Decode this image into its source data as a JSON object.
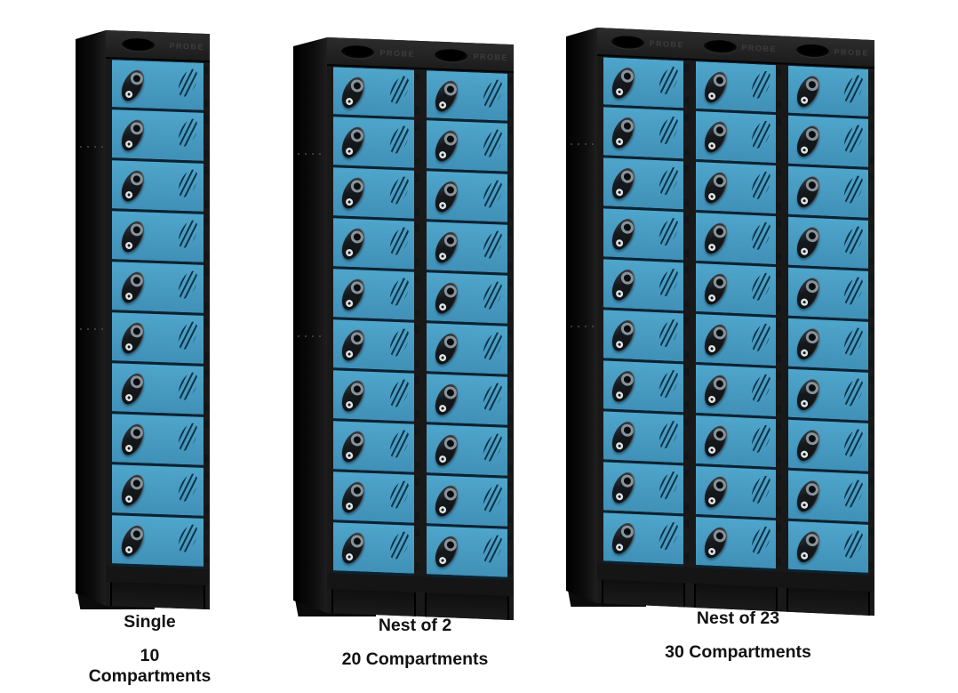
{
  "brand_label": "PROBE",
  "colors": {
    "door_blue": "#4597bd",
    "frame_black": "#191919",
    "door_edge": "#0a2231",
    "background": "#ffffff",
    "label_text": "#121212"
  },
  "lockers": [
    {
      "name": "single-10",
      "towers": 1,
      "doors_per_tower": 10,
      "caption_line1": "Single",
      "caption_line2": "10 Compartments"
    },
    {
      "name": "nest-of-2",
      "towers": 2,
      "doors_per_tower": 10,
      "caption_line1": "Nest of 2",
      "caption_line2": "20 Compartments"
    },
    {
      "name": "nest-of-23",
      "towers": 3,
      "doors_per_tower": 10,
      "caption_line1": "Nest of 23",
      "caption_line2": "30 Compartments"
    }
  ]
}
